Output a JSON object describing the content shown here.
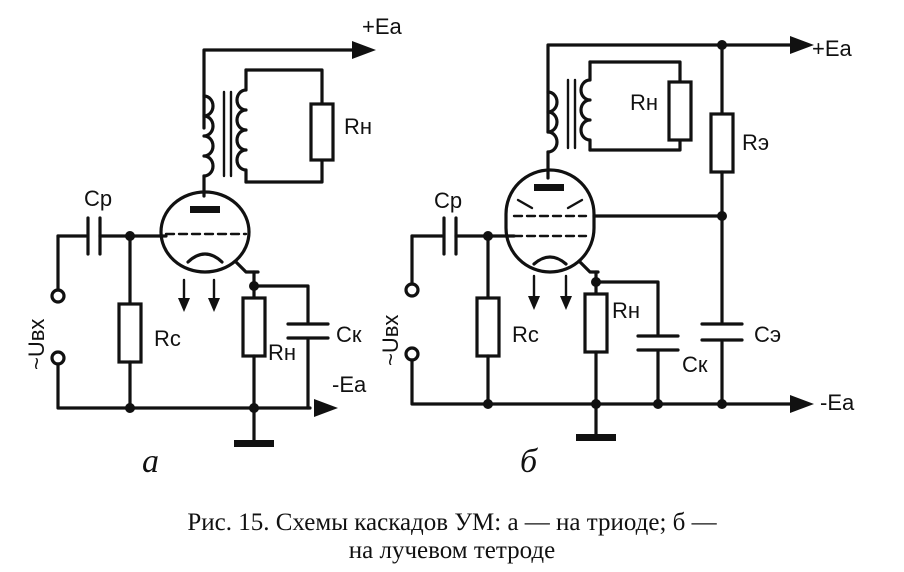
{
  "labels": {
    "a": {
      "plus_ea": "+Eа",
      "minus_ea": "-Eа",
      "rn_load": "Rн",
      "cp": "Cp",
      "rc": "Rс",
      "rk": "Rн",
      "ck": "Cк",
      "uin": "~Uвх",
      "sub": "а"
    },
    "b": {
      "plus_ea": "+Eа",
      "minus_ea": "-Eа",
      "rn_load": "Rн",
      "cp": "Cp",
      "rc": "Rс",
      "rk": "Rн",
      "ck": "Cк",
      "re": "Rэ",
      "ce": "Cэ",
      "uin": "~Uвх",
      "sub": "б"
    }
  },
  "caption": {
    "line1": "Рис. 15. Схемы каскадов УМ: а — на триоде; б —",
    "line2": "на лучевом тетроде"
  }
}
